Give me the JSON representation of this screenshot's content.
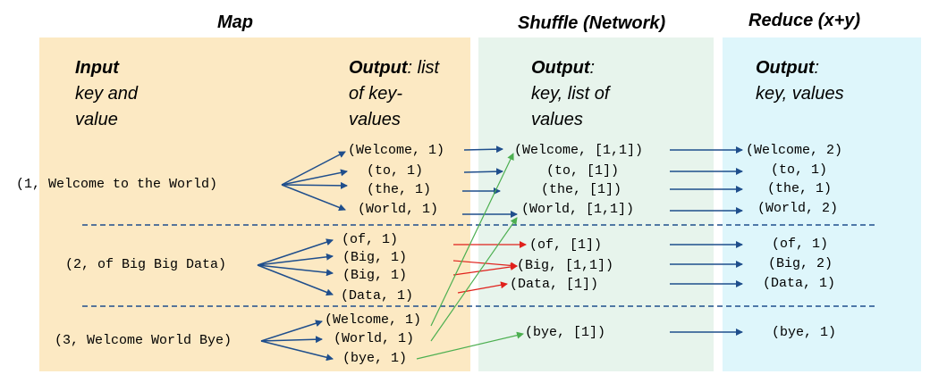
{
  "stages": {
    "map": "Map",
    "shuffle": "Shuffle (Network)",
    "reduce": "Reduce (x+y)"
  },
  "headers": {
    "input": {
      "bold": "Input",
      "rest": [
        "key and",
        "value"
      ]
    },
    "map_output": {
      "bold": "Output",
      "rest_first": ": list",
      "rest": [
        "of key-",
        "values"
      ]
    },
    "shuffle_output": {
      "bold": "Output",
      "rest_first": ":",
      "rest": [
        "key, list of",
        "values"
      ]
    },
    "reduce_output": {
      "bold": "Output",
      "rest_first": ":",
      "rest": [
        "key, values"
      ]
    }
  },
  "inputs": [
    "(1, Welcome to the World)",
    "(2, of Big Big Data)",
    "(3, Welcome World Bye)"
  ],
  "map_outputs": [
    "(Welcome, 1)",
    "(to, 1)",
    "(the, 1)",
    "(World, 1)",
    "(of, 1)",
    "(Big, 1)",
    "(Big, 1)",
    "(Data, 1)",
    "(Welcome, 1)",
    "(World, 1)",
    "(bye, 1)"
  ],
  "shuffle_outputs": [
    "(Welcome, [1,1])",
    "(to, [1])",
    "(the, [1])",
    "(World, [1,1])",
    "(of, [1])",
    "(Big, [1,1])",
    "(Data, [1])",
    "(bye, [1])"
  ],
  "reduce_outputs": [
    "(Welcome, 2)",
    "(to, 1)",
    "(the, 1)",
    "(World, 2)",
    "(of, 1)",
    "(Big, 2)",
    "(Data, 1)",
    "(bye, 1)"
  ],
  "colors": {
    "map_panel": "#FCE9C3",
    "shuffle_panel": "#E7F4EC",
    "reduce_panel": "#DEF6FB",
    "arrow_blue": "#1F4E8C",
    "arrow_red": "#E0201B",
    "arrow_green": "#4CAF50",
    "divider": "#1F4E8C"
  }
}
